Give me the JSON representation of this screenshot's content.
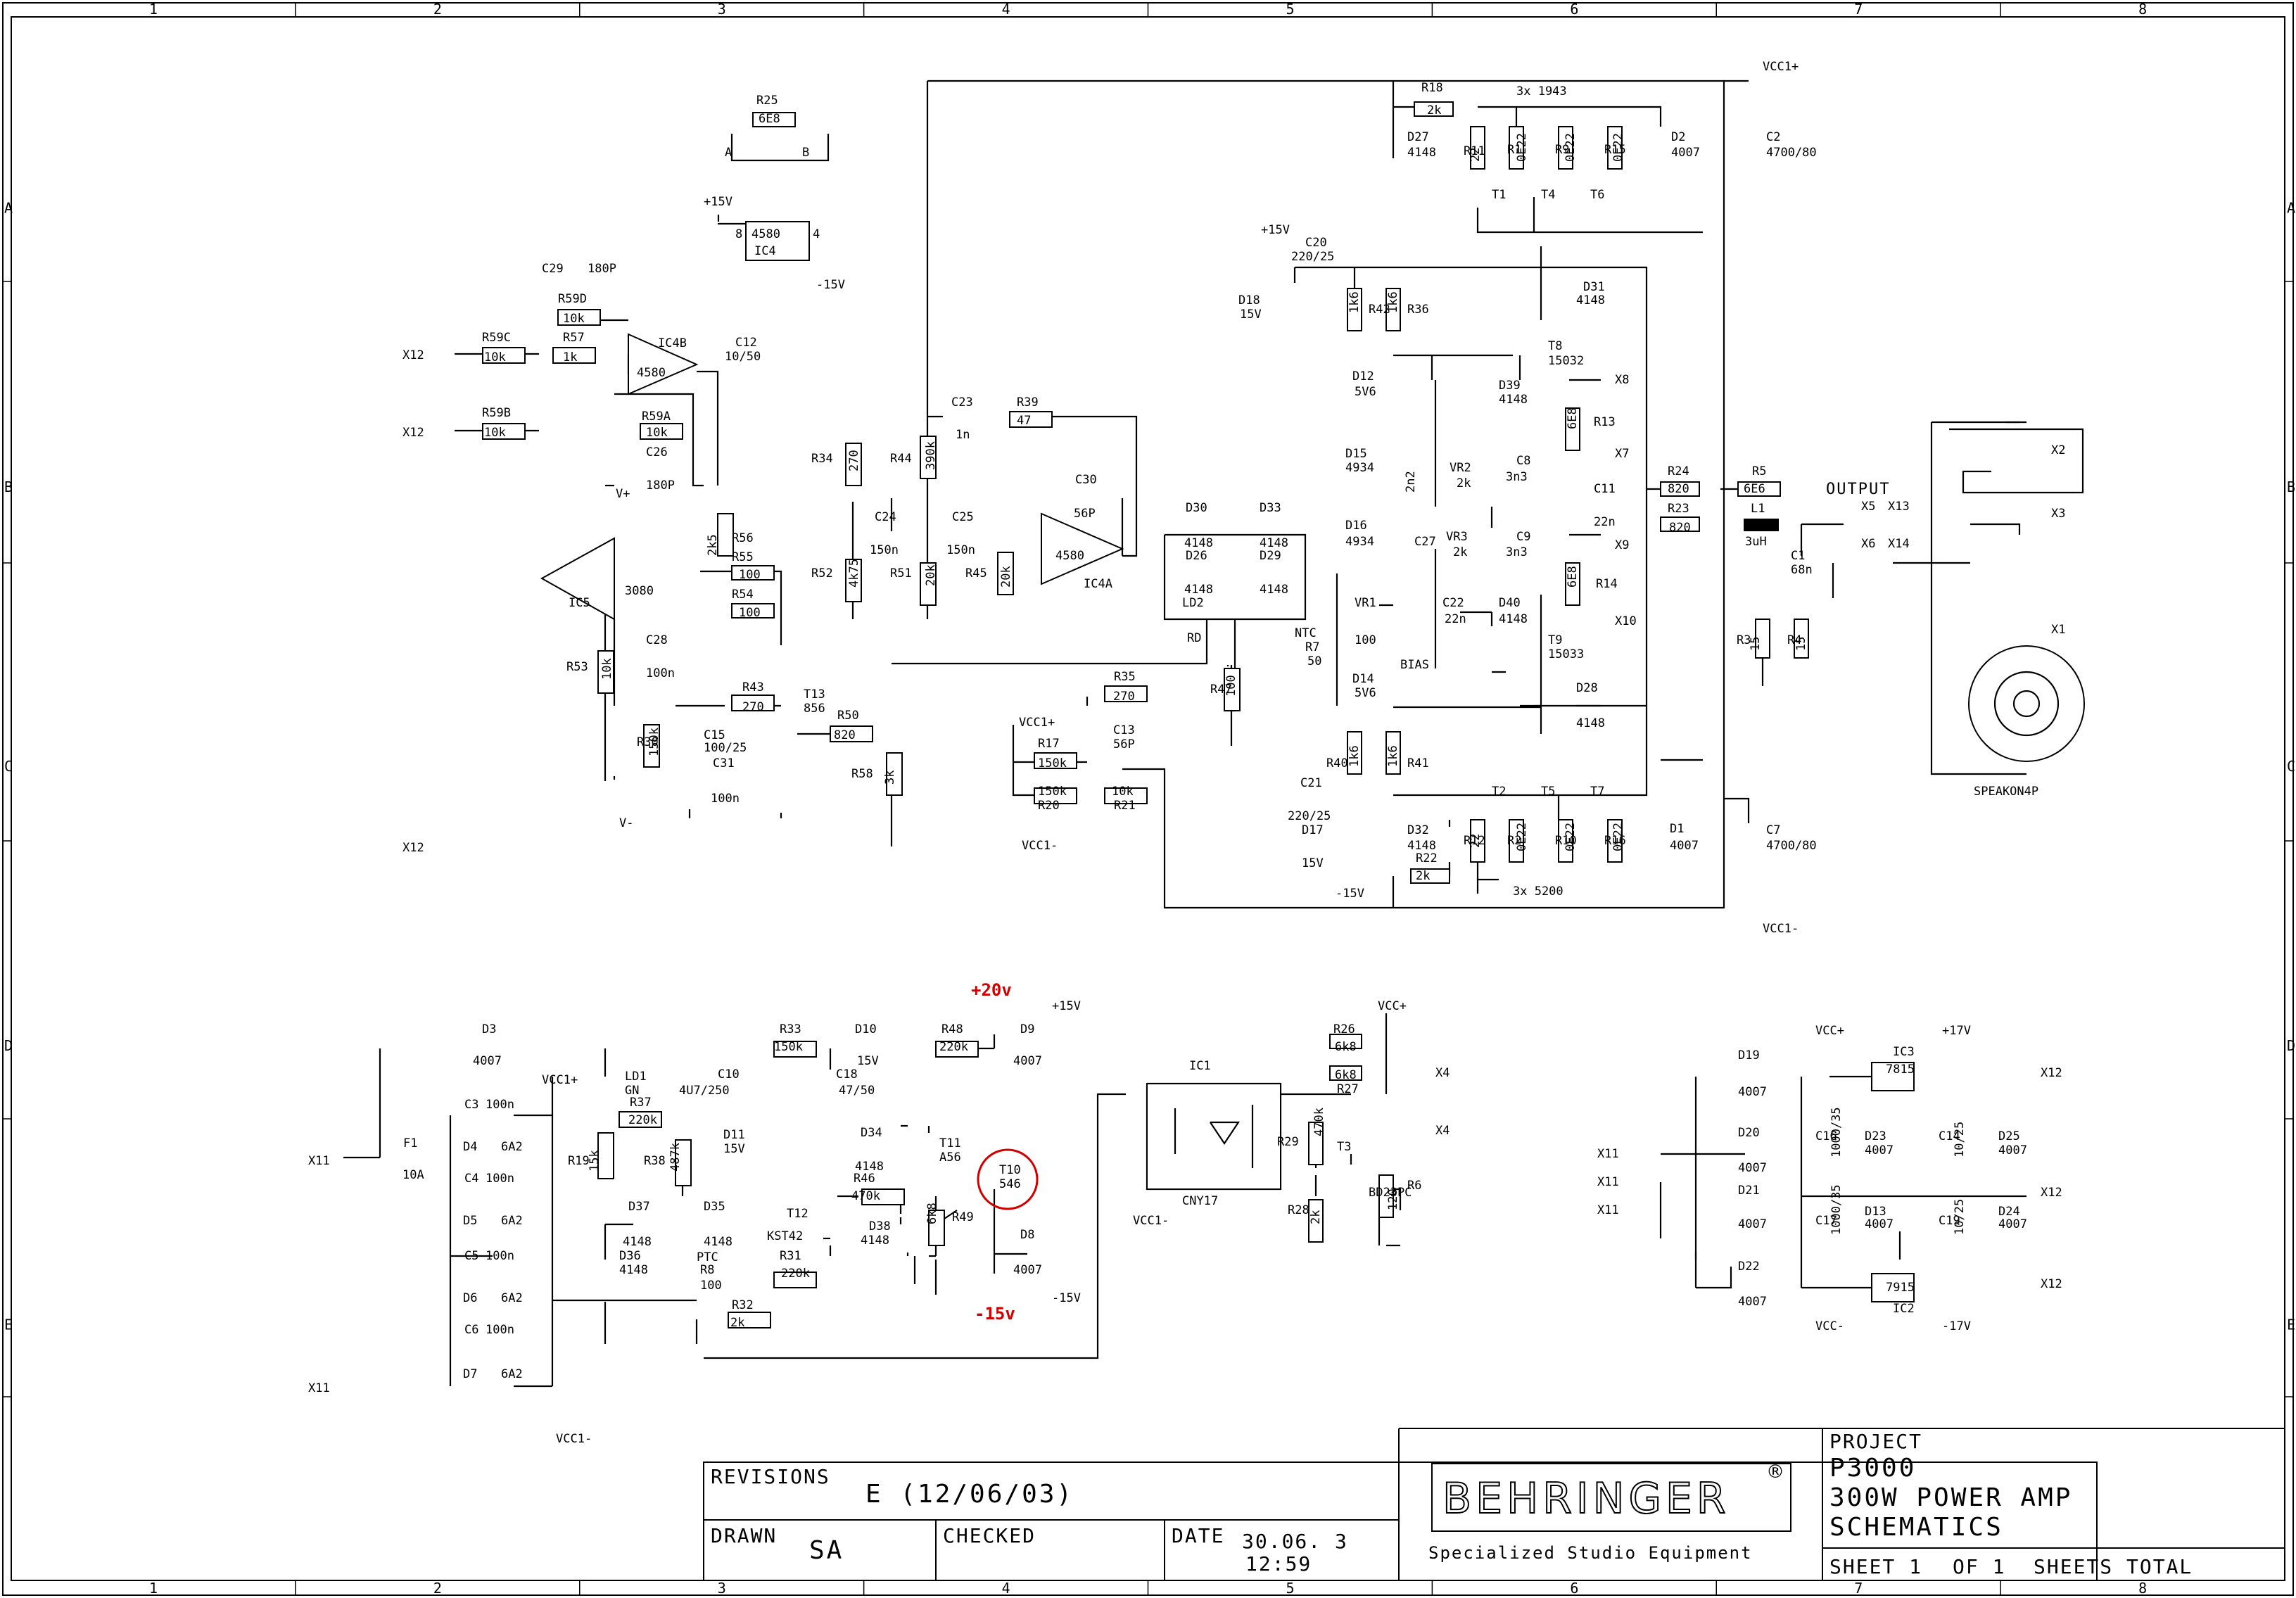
{
  "frame": {
    "columns": [
      "1",
      "2",
      "3",
      "4",
      "5",
      "6",
      "7",
      "8"
    ],
    "rows": [
      "A",
      "B",
      "C",
      "D",
      "E"
    ]
  },
  "title_block": {
    "project_label": "PROJECT",
    "project_name": "P3000",
    "project_desc": "300W POWER AMP",
    "doc_type": "SCHEMATICS",
    "sheet": "SHEET 1",
    "of": "OF 1",
    "sheets_total": "SHEETS TOTAL",
    "brand": "BEHRINGER",
    "brand_mark": "®",
    "tagline": "Specialized Studio Equipment",
    "revisions_label": "REVISIONS",
    "revision": "E (12/06/03)",
    "drawn_label": "DRAWN",
    "drawn_by": "SA",
    "checked_label": "CHECKED",
    "checked_by": "",
    "date_label": "DATE",
    "date": "30.06. 3",
    "time": "12:59"
  },
  "annotations": {
    "v_plus_20": "+20v",
    "v_minus_15": "-15v",
    "output": "OUTPUT",
    "bias": "BIAS",
    "ntc": "NTC",
    "speakon": "SPEAKON4P",
    "ptc": "PTC",
    "cny": "CNY17"
  },
  "labels": [
    {
      "id": "R25",
      "t": "R25"
    },
    {
      "id": "R25v",
      "t": "6E8"
    },
    {
      "id": "A1",
      "t": "A"
    },
    {
      "id": "B1",
      "t": "B"
    },
    {
      "id": "p15a",
      "t": "+15V"
    },
    {
      "id": "IC4a",
      "t": "4580"
    },
    {
      "id": "IC4b",
      "t": "IC4"
    },
    {
      "id": "n8",
      "t": "8"
    },
    {
      "id": "n4",
      "t": "4"
    },
    {
      "id": "m15a",
      "t": "-15V"
    },
    {
      "id": "C29",
      "t": "C29"
    },
    {
      "id": "C29v",
      "t": "180P"
    },
    {
      "id": "R59D",
      "t": "R59D"
    },
    {
      "id": "R59Dv",
      "t": "10k"
    },
    {
      "id": "R59C",
      "t": "R59C"
    },
    {
      "id": "R59Cv",
      "t": "10k"
    },
    {
      "id": "R57",
      "t": "R57"
    },
    {
      "id": "R57v",
      "t": "1k"
    },
    {
      "id": "IC4B",
      "t": "IC4B"
    },
    {
      "id": "IC4Bv",
      "t": "4580"
    },
    {
      "id": "C12",
      "t": "C12"
    },
    {
      "id": "C12v",
      "t": "10/50"
    },
    {
      "id": "R59B",
      "t": "R59B"
    },
    {
      "id": "R59Bv",
      "t": "10k"
    },
    {
      "id": "R59A",
      "t": "R59A"
    },
    {
      "id": "R59Av",
      "t": "10k"
    },
    {
      "id": "C26",
      "t": "C26"
    },
    {
      "id": "C26v",
      "t": "180P"
    },
    {
      "id": "R56",
      "t": "R56"
    },
    {
      "id": "R56v",
      "t": "2k5"
    },
    {
      "id": "R55",
      "t": "R55"
    },
    {
      "id": "R55v",
      "t": "100"
    },
    {
      "id": "R54",
      "t": "R54"
    },
    {
      "id": "R54v",
      "t": "100"
    },
    {
      "id": "IC5",
      "t": "IC5"
    },
    {
      "id": "IC5v",
      "t": "3080"
    },
    {
      "id": "C28",
      "t": "C28"
    },
    {
      "id": "C28v",
      "t": "100n"
    },
    {
      "id": "R53",
      "t": "R53"
    },
    {
      "id": "R53v",
      "t": "10k"
    },
    {
      "id": "R43",
      "t": "R43"
    },
    {
      "id": "R43v",
      "t": "270"
    },
    {
      "id": "T13",
      "t": "T13"
    },
    {
      "id": "T13v",
      "t": "856"
    },
    {
      "id": "R50",
      "t": "R50"
    },
    {
      "id": "R50v",
      "t": "820"
    },
    {
      "id": "R30",
      "t": "R30"
    },
    {
      "id": "R30v",
      "t": "150k"
    },
    {
      "id": "C15",
      "t": "C15"
    },
    {
      "id": "C15v",
      "t": "100/25"
    },
    {
      "id": "C31",
      "t": "C31"
    },
    {
      "id": "C31v",
      "t": "100n"
    },
    {
      "id": "R58",
      "t": "R58"
    },
    {
      "id": "R58v",
      "t": "3k"
    },
    {
      "id": "X12a",
      "t": "X12"
    },
    {
      "id": "X12b",
      "t": "X12"
    },
    {
      "id": "X12c",
      "t": "X12"
    },
    {
      "id": "Vp",
      "t": "V+"
    },
    {
      "id": "Vm",
      "t": "V-"
    },
    {
      "id": "R34",
      "t": "R34"
    },
    {
      "id": "R34v",
      "t": "270"
    },
    {
      "id": "R52",
      "t": "R52"
    },
    {
      "id": "R52v",
      "t": "4k75"
    },
    {
      "id": "C24",
      "t": "C24"
    },
    {
      "id": "C24v",
      "t": "150n"
    },
    {
      "id": "C25",
      "t": "C25"
    },
    {
      "id": "C25v",
      "t": "150n"
    },
    {
      "id": "R51",
      "t": "R51"
    },
    {
      "id": "R51v",
      "t": "20k"
    },
    {
      "id": "R45",
      "t": "R45"
    },
    {
      "id": "R45v",
      "t": "20k"
    },
    {
      "id": "R44",
      "t": "R44"
    },
    {
      "id": "R44v",
      "t": "390k"
    },
    {
      "id": "C23",
      "t": "C23"
    },
    {
      "id": "C23v",
      "t": "1n"
    },
    {
      "id": "R39",
      "t": "R39"
    },
    {
      "id": "R39v",
      "t": "47"
    },
    {
      "id": "C30",
      "t": "C30"
    },
    {
      "id": "C30v",
      "t": "56P"
    },
    {
      "id": "IC4A",
      "t": "IC4A"
    },
    {
      "id": "IC4Av",
      "t": "4580"
    },
    {
      "id": "R35",
      "t": "R35"
    },
    {
      "id": "R35v",
      "t": "270"
    },
    {
      "id": "C13",
      "t": "C13"
    },
    {
      "id": "C13v",
      "t": "56P"
    },
    {
      "id": "R17",
      "t": "R17"
    },
    {
      "id": "R17v",
      "t": "150k"
    },
    {
      "id": "R20",
      "t": "R20"
    },
    {
      "id": "R20v",
      "t": "150k"
    },
    {
      "id": "R21",
      "t": "R21"
    },
    {
      "id": "R21v",
      "t": "10k"
    },
    {
      "id": "VCC1pa",
      "t": "VCC1+"
    },
    {
      "id": "VCC1ma",
      "t": "VCC1-"
    },
    {
      "id": "R47",
      "t": "R47"
    },
    {
      "id": "R47v",
      "t": "100"
    },
    {
      "id": "D30",
      "t": "D30"
    },
    {
      "id": "D30v",
      "t": "4148"
    },
    {
      "id": "D33",
      "t": "D33"
    },
    {
      "id": "D33v",
      "t": "4148"
    },
    {
      "id": "D26",
      "t": "D26"
    },
    {
      "id": "D26v",
      "t": "4148"
    },
    {
      "id": "D29",
      "t": "D29"
    },
    {
      "id": "D29v",
      "t": "4148"
    },
    {
      "id": "LD2",
      "t": "LD2"
    },
    {
      "id": "LD2v",
      "t": "RD"
    },
    {
      "id": "R18",
      "t": "R18"
    },
    {
      "id": "R18v",
      "t": "2k"
    },
    {
      "id": "x1943",
      "t": "3x 1943"
    },
    {
      "id": "D27",
      "t": "D27"
    },
    {
      "id": "D27v",
      "t": "4148"
    },
    {
      "id": "R11",
      "t": "R11"
    },
    {
      "id": "R11v",
      "t": "22"
    },
    {
      "id": "R1",
      "t": "R1"
    },
    {
      "id": "R1v",
      "t": "0E22"
    },
    {
      "id": "R9",
      "t": "R9"
    },
    {
      "id": "R9v",
      "t": "0E22"
    },
    {
      "id": "R15",
      "t": "R15"
    },
    {
      "id": "R15v",
      "t": "0E22"
    },
    {
      "id": "D2",
      "t": "D2"
    },
    {
      "id": "D2v",
      "t": "4007"
    },
    {
      "id": "T1",
      "t": "T1"
    },
    {
      "id": "T4",
      "t": "T4"
    },
    {
      "id": "T6",
      "t": "T6"
    },
    {
      "id": "VCC1p",
      "t": "VCC1+"
    },
    {
      "id": "C2",
      "t": "C2"
    },
    {
      "id": "C2v",
      "t": "4700/80"
    },
    {
      "id": "p15b",
      "t": "+15V"
    },
    {
      "id": "C20",
      "t": "C20"
    },
    {
      "id": "C20v",
      "t": "220/25"
    },
    {
      "id": "D18",
      "t": "D18"
    },
    {
      "id": "D18v",
      "t": "15V"
    },
    {
      "id": "R42",
      "t": "R42"
    },
    {
      "id": "R42v",
      "t": "1k6"
    },
    {
      "id": "R36",
      "t": "R36"
    },
    {
      "id": "R36v",
      "t": "1k6"
    },
    {
      "id": "D31",
      "t": "D31"
    },
    {
      "id": "D31v",
      "t": "4148"
    },
    {
      "id": "T8",
      "t": "T8"
    },
    {
      "id": "T8v",
      "t": "15032"
    },
    {
      "id": "D12",
      "t": "D12"
    },
    {
      "id": "D12v",
      "t": "5V6"
    },
    {
      "id": "D39",
      "t": "D39"
    },
    {
      "id": "D39v",
      "t": "4148"
    },
    {
      "id": "X8",
      "t": "X8"
    },
    {
      "id": "R13",
      "t": "R13"
    },
    {
      "id": "R13v",
      "t": "6E8"
    },
    {
      "id": "X7",
      "t": "X7"
    },
    {
      "id": "D15",
      "t": "D15"
    },
    {
      "id": "D15v",
      "t": "4934"
    },
    {
      "id": "VR2",
      "t": "VR2"
    },
    {
      "id": "VR2v",
      "t": "2k"
    },
    {
      "id": "C8",
      "t": "C8"
    },
    {
      "id": "C8v",
      "t": "3n3"
    },
    {
      "id": "C11",
      "t": "C11"
    },
    {
      "id": "C11v",
      "t": "22n"
    },
    {
      "id": "C27",
      "t": "C27"
    },
    {
      "id": "C27v",
      "t": "2n2"
    },
    {
      "id": "R24",
      "t": "R24"
    },
    {
      "id": "R24v",
      "t": "820"
    },
    {
      "id": "R23",
      "t": "R23"
    },
    {
      "id": "R23v",
      "t": "820"
    },
    {
      "id": "R5",
      "t": "R5"
    },
    {
      "id": "R5v",
      "t": "6E6"
    },
    {
      "id": "L1",
      "t": "L1"
    },
    {
      "id": "L1v",
      "t": "3uH"
    },
    {
      "id": "C1",
      "t": "C1"
    },
    {
      "id": "C1v",
      "t": "68n"
    },
    {
      "id": "D16",
      "t": "D16"
    },
    {
      "id": "D16v",
      "t": "4934"
    },
    {
      "id": "VR3",
      "t": "VR3"
    },
    {
      "id": "VR3v",
      "t": "2k"
    },
    {
      "id": "C9",
      "t": "C9"
    },
    {
      "id": "C9v",
      "t": "3n3"
    },
    {
      "id": "X9",
      "t": "X9"
    },
    {
      "id": "R14",
      "t": "R14"
    },
    {
      "id": "R14v",
      "t": "6E8"
    },
    {
      "id": "VR1",
      "t": "VR1"
    },
    {
      "id": "VR1v",
      "t": "100"
    },
    {
      "id": "C22",
      "t": "C22"
    },
    {
      "id": "C22v",
      "t": "22n"
    },
    {
      "id": "D40",
      "t": "D40"
    },
    {
      "id": "D40v",
      "t": "4148"
    },
    {
      "id": "X10",
      "t": "X10"
    },
    {
      "id": "R7",
      "t": "R7"
    },
    {
      "id": "R7v",
      "t": "50"
    },
    {
      "id": "T9",
      "t": "T9"
    },
    {
      "id": "T9v",
      "t": "15033"
    },
    {
      "id": "D14",
      "t": "D14"
    },
    {
      "id": "D14v",
      "t": "5V6"
    },
    {
      "id": "D28",
      "t": "D28"
    },
    {
      "id": "D28v",
      "t": "4148"
    },
    {
      "id": "R40",
      "t": "R40"
    },
    {
      "id": "R40v",
      "t": "1k6"
    },
    {
      "id": "R41",
      "t": "R41"
    },
    {
      "id": "R41v",
      "t": "1k6"
    },
    {
      "id": "C21",
      "t": "C21"
    },
    {
      "id": "C21v",
      "t": "220/25"
    },
    {
      "id": "D17",
      "t": "D17"
    },
    {
      "id": "D17v",
      "t": "15V"
    },
    {
      "id": "m15b",
      "t": "-15V"
    },
    {
      "id": "D32",
      "t": "D32"
    },
    {
      "id": "D32v",
      "t": "4148"
    },
    {
      "id": "R22",
      "t": "R22"
    },
    {
      "id": "R22v",
      "t": "2k"
    },
    {
      "id": "R12",
      "t": "R12"
    },
    {
      "id": "R12v",
      "t": "22"
    },
    {
      "id": "R2",
      "t": "R2"
    },
    {
      "id": "R2v",
      "t": "0E22"
    },
    {
      "id": "R10",
      "t": "R10"
    },
    {
      "id": "R10v",
      "t": "0E22"
    },
    {
      "id": "R16",
      "t": "R16"
    },
    {
      "id": "R16v",
      "t": "0E22"
    },
    {
      "id": "D1",
      "t": "D1"
    },
    {
      "id": "D1v",
      "t": "4007"
    },
    {
      "id": "T2",
      "t": "T2"
    },
    {
      "id": "T5",
      "t": "T5"
    },
    {
      "id": "T7",
      "t": "T7"
    },
    {
      "id": "x5200",
      "t": "3x 5200"
    },
    {
      "id": "C7",
      "t": "C7"
    },
    {
      "id": "C7v",
      "t": "4700/80"
    },
    {
      "id": "VCC1m",
      "t": "VCC1-"
    },
    {
      "id": "X5",
      "t": "X5"
    },
    {
      "id": "X13",
      "t": "X13"
    },
    {
      "id": "X6",
      "t": "X6"
    },
    {
      "id": "X14",
      "t": "X14"
    },
    {
      "id": "R3",
      "t": "R3"
    },
    {
      "id": "R3v",
      "t": "15"
    },
    {
      "id": "R4",
      "t": "R4"
    },
    {
      "id": "R4v",
      "t": "15"
    },
    {
      "id": "X2",
      "t": "X2"
    },
    {
      "id": "X3",
      "t": "X3"
    },
    {
      "id": "X1",
      "t": "X1"
    },
    {
      "id": "D3",
      "t": "D3"
    },
    {
      "id": "D3v",
      "t": "4007"
    },
    {
      "id": "VCC1pb",
      "t": "VCC1+"
    },
    {
      "id": "LD1",
      "t": "LD1"
    },
    {
      "id": "LD1v",
      "t": "GN"
    },
    {
      "id": "R37",
      "t": "R37"
    },
    {
      "id": "R37v",
      "t": "220k"
    },
    {
      "id": "C10",
      "t": "C10"
    },
    {
      "id": "C10v",
      "t": "4U7/250"
    },
    {
      "id": "R33",
      "t": "R33"
    },
    {
      "id": "R33v",
      "t": "150k"
    },
    {
      "id": "D10",
      "t": "D10"
    },
    {
      "id": "D10v",
      "t": "15V"
    },
    {
      "id": "C18",
      "t": "C18"
    },
    {
      "id": "C18v",
      "t": "47/50"
    },
    {
      "id": "R48",
      "t": "R48"
    },
    {
      "id": "R48v",
      "t": "220k"
    },
    {
      "id": "D9",
      "t": "D9"
    },
    {
      "id": "D9v",
      "t": "4007"
    },
    {
      "id": "p15c",
      "t": "+15V"
    },
    {
      "id": "C3",
      "t": "C3"
    },
    {
      "id": "C3v",
      "t": "100n"
    },
    {
      "id": "D4",
      "t": "D4"
    },
    {
      "id": "D4v",
      "t": "6A2"
    },
    {
      "id": "R19",
      "t": "R19"
    },
    {
      "id": "R19v",
      "t": "15k"
    },
    {
      "id": "R38",
      "t": "R38"
    },
    {
      "id": "R38v",
      "t": "487k"
    },
    {
      "id": "D11",
      "t": "D11"
    },
    {
      "id": "D11v",
      "t": "15V"
    },
    {
      "id": "D34",
      "t": "D34"
    },
    {
      "id": "D34v",
      "t": "4148"
    },
    {
      "id": "T11",
      "t": "T11"
    },
    {
      "id": "T11v",
      "t": "A56"
    },
    {
      "id": "T10",
      "t": "T10"
    },
    {
      "id": "T10v",
      "t": "546"
    },
    {
      "id": "F1",
      "t": "F1"
    },
    {
      "id": "F1v",
      "t": "10A"
    },
    {
      "id": "X11a",
      "t": "X11"
    },
    {
      "id": "X11b",
      "t": "X11"
    },
    {
      "id": "C4",
      "t": "C4"
    },
    {
      "id": "C4v",
      "t": "100n"
    },
    {
      "id": "R46",
      "t": "R46"
    },
    {
      "id": "R46v",
      "t": "470k"
    },
    {
      "id": "D5",
      "t": "D5"
    },
    {
      "id": "D5v",
      "t": "6A2"
    },
    {
      "id": "D37",
      "t": "D37"
    },
    {
      "id": "D37v",
      "t": "4148"
    },
    {
      "id": "D35",
      "t": "D35"
    },
    {
      "id": "D35v",
      "t": "4148"
    },
    {
      "id": "T12",
      "t": "T12"
    },
    {
      "id": "KST",
      "t": "KST42"
    },
    {
      "id": "R49",
      "t": "R49"
    },
    {
      "id": "R49v",
      "t": "6k8"
    },
    {
      "id": "D38",
      "t": "D38"
    },
    {
      "id": "D38v",
      "t": "4148"
    },
    {
      "id": "D8",
      "t": "D8"
    },
    {
      "id": "D8v",
      "t": "4007"
    },
    {
      "id": "m15c",
      "t": "-15V"
    },
    {
      "id": "C5",
      "t": "C5"
    },
    {
      "id": "C5v",
      "t": "100n"
    },
    {
      "id": "D36",
      "t": "D36"
    },
    {
      "id": "D36v",
      "t": "4148"
    },
    {
      "id": "R8",
      "t": "R8"
    },
    {
      "id": "R8v",
      "t": "100"
    },
    {
      "id": "R31",
      "t": "R31"
    },
    {
      "id": "R31v",
      "t": "220k"
    },
    {
      "id": "D6",
      "t": "D6"
    },
    {
      "id": "D6v",
      "t": "6A2"
    },
    {
      "id": "R32",
      "t": "R32"
    },
    {
      "id": "R32v",
      "t": "2k"
    },
    {
      "id": "C6",
      "t": "C6"
    },
    {
      "id": "C6v",
      "t": "100n"
    },
    {
      "id": "D7",
      "t": "D7"
    },
    {
      "id": "D7v",
      "t": "6A2"
    },
    {
      "id": "VCC1mb",
      "t": "VCC1-"
    },
    {
      "id": "IC1",
      "t": "IC1"
    },
    {
      "id": "VCCp",
      "t": "VCC+"
    },
    {
      "id": "R26",
      "t": "R26"
    },
    {
      "id": "R26v",
      "t": "6k8"
    },
    {
      "id": "R27",
      "t": "R27"
    },
    {
      "id": "R27v",
      "t": "6k8"
    },
    {
      "id": "X4a",
      "t": "X4"
    },
    {
      "id": "X4b",
      "t": "X4"
    },
    {
      "id": "R29",
      "t": "R29"
    },
    {
      "id": "R29v",
      "t": "470k"
    },
    {
      "id": "T3",
      "t": "T3"
    },
    {
      "id": "T3v",
      "t": "BD23PC"
    },
    {
      "id": "R28",
      "t": "R28"
    },
    {
      "id": "R28v",
      "t": "2k"
    },
    {
      "id": "R6",
      "t": "R6"
    },
    {
      "id": "R6v",
      "t": "120"
    },
    {
      "id": "VCC1mc",
      "t": "VCC1-"
    },
    {
      "id": "VCCpa",
      "t": "VCC+"
    },
    {
      "id": "p17",
      "t": "+17V"
    },
    {
      "id": "IC3",
      "t": "IC3"
    },
    {
      "id": "IC3v",
      "t": "7815"
    },
    {
      "id": "D19",
      "t": "D19"
    },
    {
      "id": "D19v",
      "t": "4007"
    },
    {
      "id": "X12d",
      "t": "X12"
    },
    {
      "id": "D20",
      "t": "D20"
    },
    {
      "id": "D20v",
      "t": "4007"
    },
    {
      "id": "C16",
      "t": "C16"
    },
    {
      "id": "C16v",
      "t": "1000/35"
    },
    {
      "id": "D23",
      "t": "D23"
    },
    {
      "id": "D23v",
      "t": "4007"
    },
    {
      "id": "C14",
      "t": "C14"
    },
    {
      "id": "C14v",
      "t": "10/25"
    },
    {
      "id": "D25",
      "t": "D25"
    },
    {
      "id": "D25v",
      "t": "4007"
    },
    {
      "id": "X11c",
      "t": "X11"
    },
    {
      "id": "X11d",
      "t": "X11"
    },
    {
      "id": "X11e",
      "t": "X11"
    },
    {
      "id": "X12e",
      "t": "X12"
    },
    {
      "id": "D21",
      "t": "D21"
    },
    {
      "id": "D21v",
      "t": "4007"
    },
    {
      "id": "C17",
      "t": "C17"
    },
    {
      "id": "C17v",
      "t": "1000/35"
    },
    {
      "id": "D13",
      "t": "D13"
    },
    {
      "id": "D13v",
      "t": "4007"
    },
    {
      "id": "C19",
      "t": "C19"
    },
    {
      "id": "C19v",
      "t": "10/25"
    },
    {
      "id": "D24",
      "t": "D24"
    },
    {
      "id": "D24v",
      "t": "4007"
    },
    {
      "id": "D22",
      "t": "D22"
    },
    {
      "id": "D22v",
      "t": "4007"
    },
    {
      "id": "IC2",
      "t": "IC2"
    },
    {
      "id": "IC2v",
      "t": "7915"
    },
    {
      "id": "X12f",
      "t": "X12"
    },
    {
      "id": "VCCm",
      "t": "VCC-"
    },
    {
      "id": "m17",
      "t": "-17V"
    }
  ]
}
